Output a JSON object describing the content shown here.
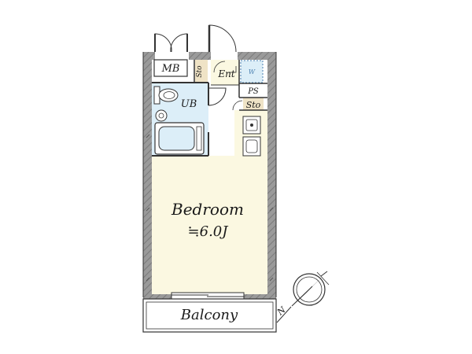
{
  "rooms": {
    "mb": "MB",
    "sto_top": "Sto",
    "ent": "Ent",
    "w": "W",
    "ps": "PS",
    "sto_right": "Sto",
    "ub": "UB",
    "bedroom": "Bedroom",
    "bedroom_area": "≒6.0J",
    "balcony": "Balcony"
  },
  "compass": {
    "north_label": "N"
  },
  "colors": {
    "wall": "#8a8a8a",
    "bedroom_floor": "#fbf8e1",
    "bath_floor": "#dceef8",
    "storage_floor": "#efe3c6",
    "line": "#333333"
  }
}
